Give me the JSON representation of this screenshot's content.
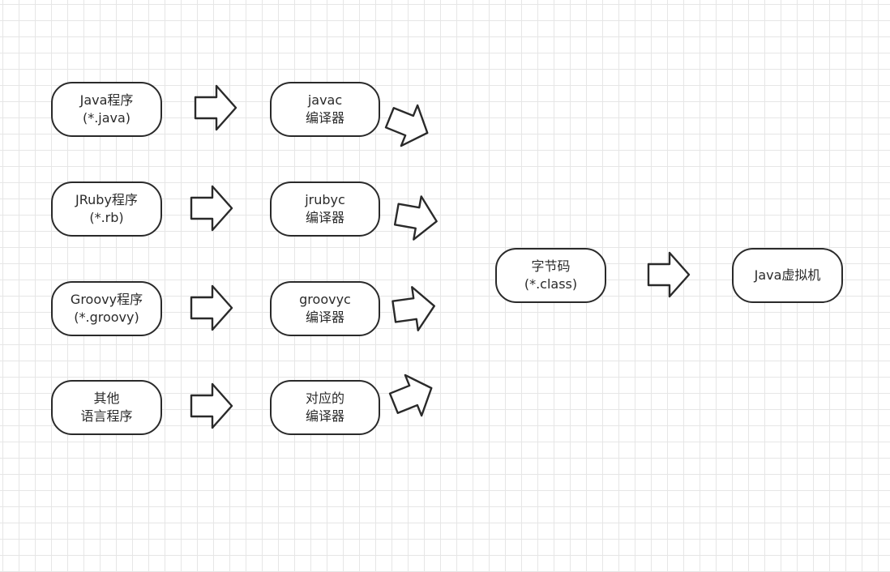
{
  "sources": [
    {
      "line1": "Java程序",
      "line2": "(*.java)"
    },
    {
      "line1": "JRuby程序",
      "line2": "(*.rb)"
    },
    {
      "line1": "Groovy程序",
      "line2": "(*.groovy)"
    },
    {
      "line1": "其他",
      "line2": "语言程序"
    }
  ],
  "compilers": [
    {
      "line1": "javac",
      "line2": "编译器"
    },
    {
      "line1": "jrubyc",
      "line2": "编译器"
    },
    {
      "line1": "groovyc",
      "line2": "编译器"
    },
    {
      "line1": "对应的",
      "line2": "编译器"
    }
  ],
  "bytecode": {
    "line1": "字节码",
    "line2": "(*.class)"
  },
  "jvm": {
    "label": "Java虚拟机"
  },
  "colors": {
    "stroke": "#2a2a2a",
    "fill": "#ffffff",
    "grid": "#e6e6e6"
  }
}
